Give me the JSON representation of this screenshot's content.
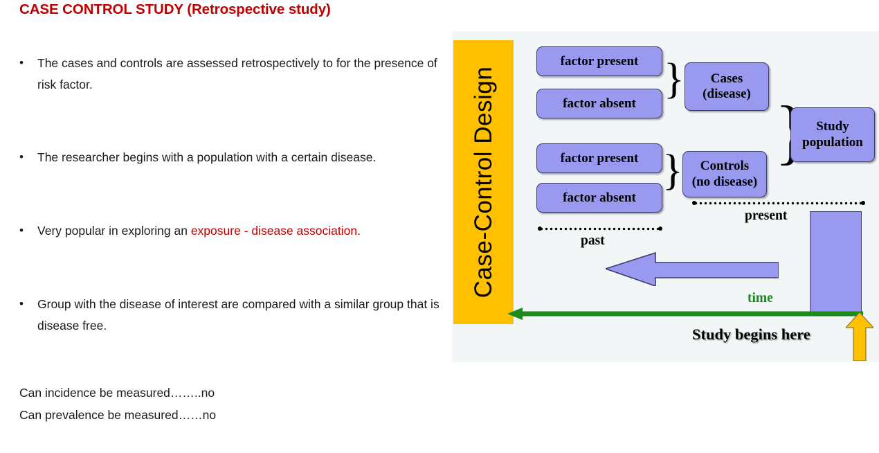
{
  "slide": {
    "title": "CASE CONTROL STUDY (Retrospective study)",
    "bullet_marker": "•",
    "bullets": [
      {
        "text_before": "The cases and controls are assessed retrospectively to for the presence of risk factor.",
        "accent": "",
        "text_after": ""
      },
      {
        "text_before": "The researcher begins with a population with a certain disease.",
        "accent": "",
        "text_after": ""
      },
      {
        "text_before": "Very popular in exploring an ",
        "accent": "exposure - disease association.",
        "text_after": ""
      },
      {
        "text_before": "Group  with the disease of interest are compared with a similar group that is disease free.",
        "accent": "",
        "text_after": ""
      }
    ],
    "notes": [
      "Can incidence be measured……..no",
      "Can prevalence be measured……no"
    ],
    "title_color": "#C00000",
    "accent_color": "#C00000",
    "body_color": "#1a1a1a"
  },
  "diagram": {
    "banner_label": "Case-Control Design",
    "banner_color": "#FFC000",
    "panel_background": "#F2F6F7",
    "node_fill": "#9999F0",
    "node_border": "#3d3d6b",
    "brace_glyph": "}",
    "boxes": {
      "factor_present_1": "factor present",
      "factor_absent_1": "factor absent",
      "factor_present_2": "factor present",
      "factor_absent_2": "factor absent",
      "cases_line1": "Cases",
      "cases_line2": "(disease)",
      "controls_line1": "Controls",
      "controls_line2": "(no disease)",
      "study_population_line1": "Study",
      "study_population_line2": "population"
    },
    "timeline": {
      "past_label": "past",
      "present_label": "present",
      "time_label": "time",
      "time_label_color": "#1C8A1C",
      "axis_color": "#1C8A1C",
      "study_begins_label": "Study begins here",
      "study_begins_arrow_color": "#FFC000"
    }
  }
}
